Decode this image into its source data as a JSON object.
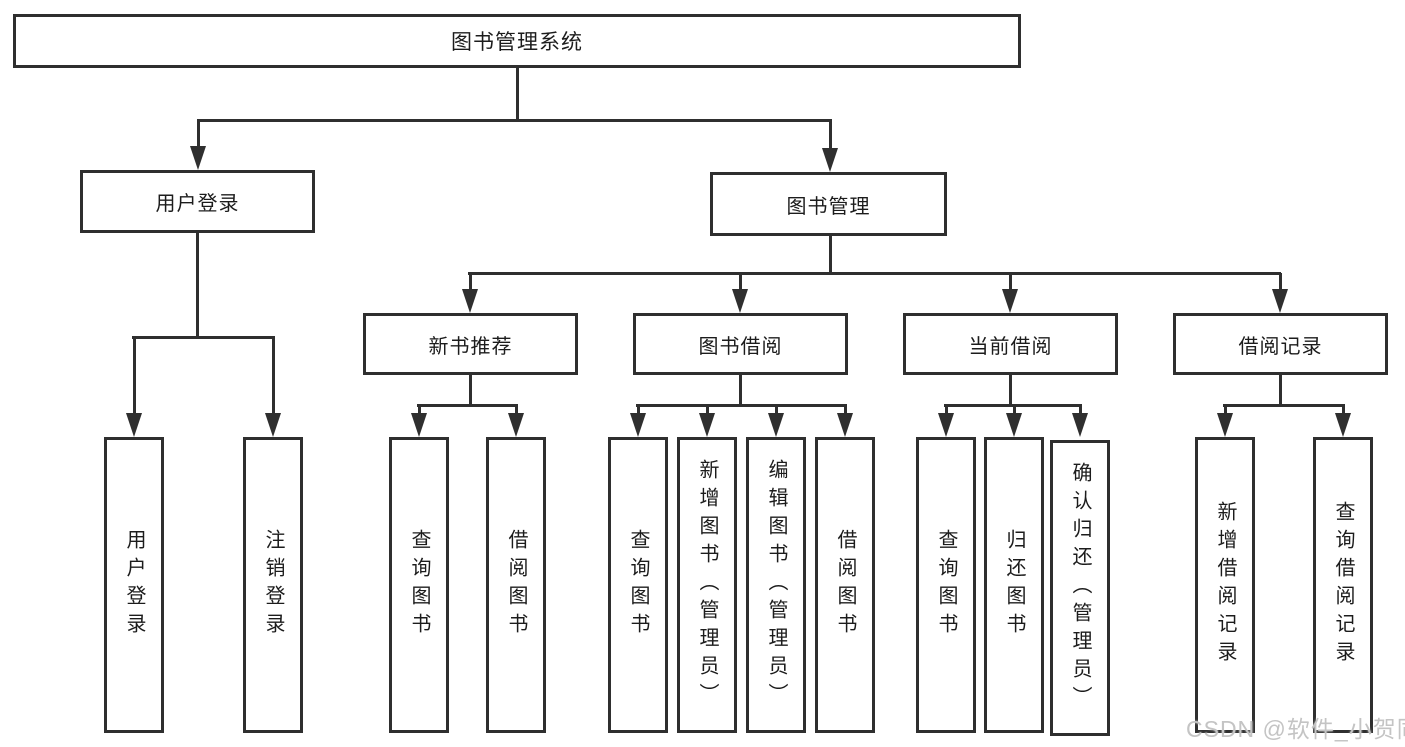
{
  "diagram": {
    "root": {
      "label": "图书管理系统"
    },
    "level2": {
      "user_login": {
        "label": "用户登录"
      },
      "book_management": {
        "label": "图书管理"
      }
    },
    "level3": {
      "new_book_recommend": {
        "label": "新书推荐"
      },
      "book_borrow": {
        "label": "图书借阅"
      },
      "current_borrow": {
        "label": "当前借阅"
      },
      "borrow_records": {
        "label": "借阅记录"
      }
    },
    "leaves": {
      "user_login": {
        "label": "用户登录"
      },
      "logout": {
        "label": "注销登录"
      },
      "recommend_query_books": {
        "label": "查询图书"
      },
      "recommend_borrow_books": {
        "label": "借阅图书"
      },
      "borrow_query_books": {
        "label": "查询图书"
      },
      "borrow_add_book_admin": {
        "label": "新增图书（管理员）"
      },
      "borrow_edit_book_admin": {
        "label": "编辑图书（管理员）"
      },
      "borrow_borrow_books": {
        "label": "借阅图书"
      },
      "current_query_books": {
        "label": "查询图书"
      },
      "current_return_books": {
        "label": "归还图书"
      },
      "current_confirm_return_admin": {
        "label": "确认归还（管理员）"
      },
      "records_add_record": {
        "label": "新增借阅记录"
      },
      "records_query_record": {
        "label": "查询借阅记录"
      }
    }
  },
  "watermark": {
    "label": "CSDN @软件_小贺同学"
  },
  "colors": {
    "line": "#2f2f2f",
    "text": "#1c1c1c",
    "background": "#ffffff",
    "watermark": "#c4c4c4"
  }
}
